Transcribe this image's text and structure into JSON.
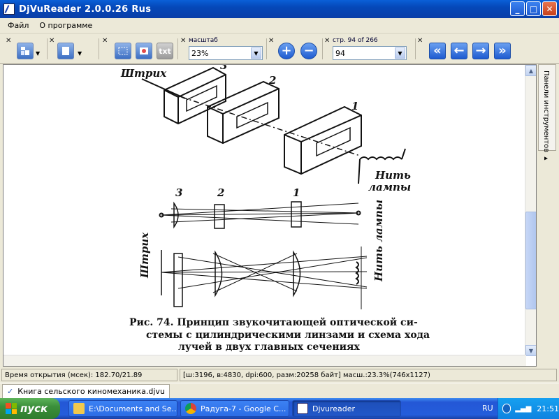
{
  "window": {
    "title": "DjVuReader 2.0.0.26 Rus",
    "buttons": {
      "minimize": "_",
      "maximize": "□",
      "close": "✕"
    }
  },
  "menu": {
    "items": [
      "Файл",
      "О программе"
    ]
  },
  "toolbar": {
    "close_glyph": "✕",
    "txt_label": "txt",
    "zoom_label": "масштаб",
    "zoom_value": "23%",
    "page_label": "стр. 94 of 266",
    "page_value": "94",
    "nav": {
      "first": "«",
      "prev": "←",
      "next": "→",
      "last": "»"
    },
    "zoom_in": "+",
    "zoom_out": "−"
  },
  "side_panel": {
    "label": "Панели инструментов ▸"
  },
  "document": {
    "labels": {
      "shtrih": "Штрих",
      "nit_lampy_1": "Нить",
      "nit_lampy_2": "лампы",
      "nit_lampy_vertical": "Нить лампы",
      "n1": "1",
      "n2": "2",
      "n3": "3"
    },
    "caption": [
      "Рис. 74. Принцип звукочитающей оптической си-",
      "стемы с цилиндрическими линзами и схема хода",
      "лучей в двух главных сечениях"
    ]
  },
  "status": {
    "open_time": "Время открытия (мсек): 182.70/21.89",
    "info": "[ш:3196, в:4830, dpi:600, разм:20258 байт] масш.:23.3%(746x1127)"
  },
  "doc_tab": {
    "label": "Книга сельского киномеханика.djvu"
  },
  "taskbar": {
    "start": "пуск",
    "tasks": [
      "E:\\Documents and Se...",
      "Радуга-7 - Google C...",
      "Djvureader"
    ],
    "lang": "RU",
    "clock": "21:51"
  }
}
